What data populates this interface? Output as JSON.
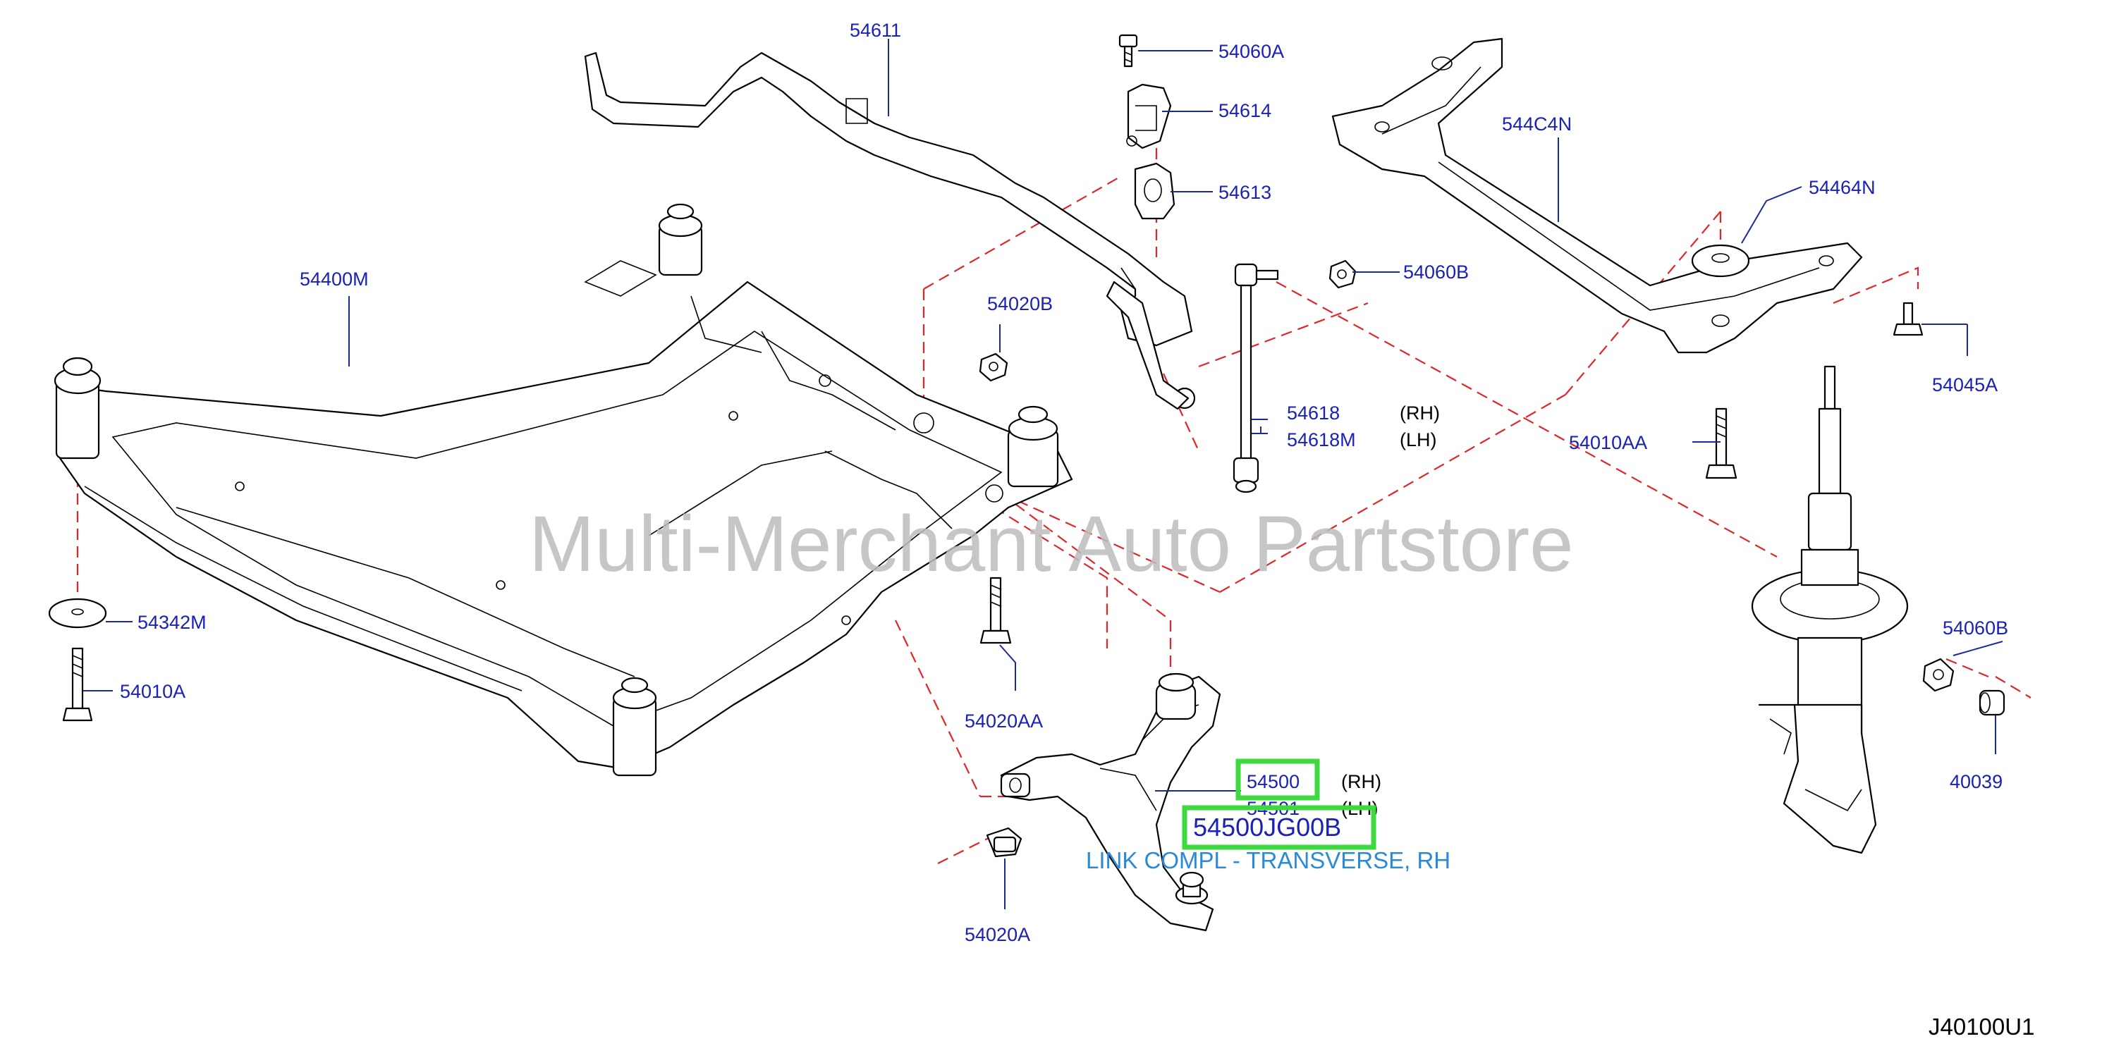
{
  "watermark": "Multi-Merchant Auto Partstore",
  "diagram_code": "J40100U1",
  "selected": {
    "part_number": "54500JG00B",
    "description": "LINK COMPL - TRANSVERSE, RH"
  },
  "callouts": {
    "c54611": "54611",
    "c54060A": "54060A",
    "c54614": "54614",
    "c54613": "54613",
    "c544C4N": "544C4N",
    "c54464N": "54464N",
    "c54400M": "54400M",
    "c54020B": "54020B",
    "c54060B_top": "54060B",
    "c54618": "54618",
    "c54618M": "54618M",
    "c54010AA": "54010AA",
    "c54045A": "54045A",
    "c54342M": "54342M",
    "c54010A": "54010A",
    "c54020AA": "54020AA",
    "c54500": "54500",
    "c54501": "54501",
    "c54020A": "54020A",
    "c54060B_low": "54060B",
    "c40039": "40039"
  },
  "sides": {
    "rh_54618": "(RH)",
    "lh_54618M": "(LH)",
    "rh_54500": "(RH)",
    "lh_54501": "(LH)"
  }
}
